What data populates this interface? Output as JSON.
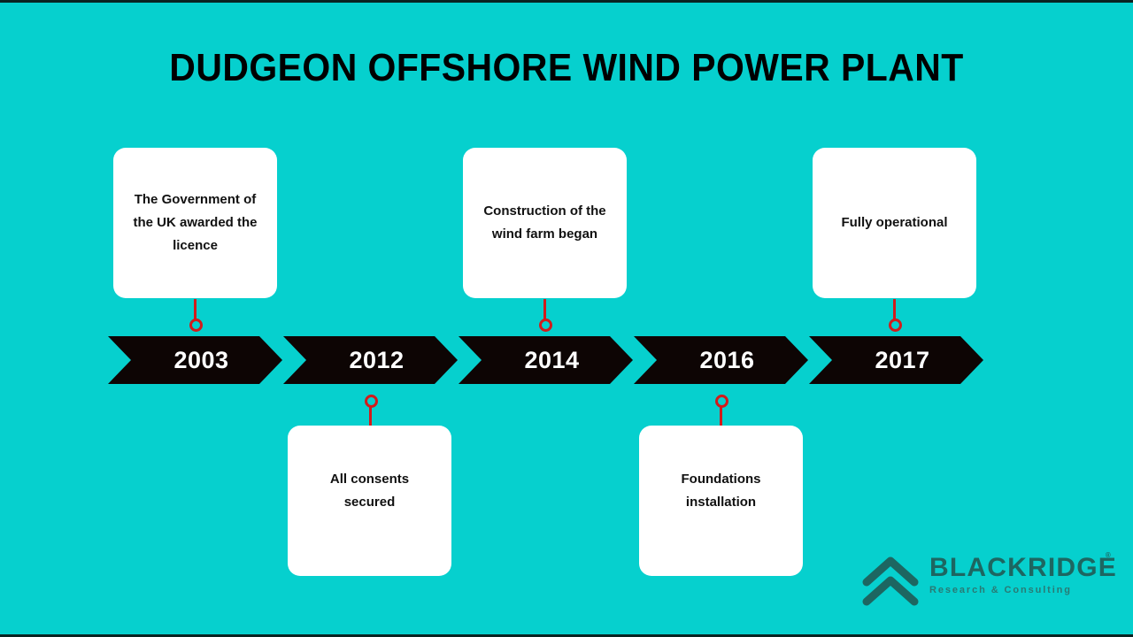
{
  "colors": {
    "background": "#06d0ce",
    "chevron": "#0d0504",
    "chevron_text": "#ffffff",
    "card": "#ffffff",
    "card_text": "#111111",
    "connector": "#d21b1b",
    "title": "#000000",
    "logo": "#1d6661",
    "logo_tagline": "#2a7a74"
  },
  "header": {
    "title": "DUDGEON OFFSHORE WIND POWER PLANT"
  },
  "timeline": {
    "milestones": [
      {
        "year": "2003",
        "label": "The Government of the UK awarded the licence",
        "position": "above"
      },
      {
        "year": "2012",
        "label": "All consents secured",
        "position": "below"
      },
      {
        "year": "2014",
        "label": "Construction of the wind farm began",
        "position": "above"
      },
      {
        "year": "2016",
        "label": "Foundations installation",
        "position": "below"
      },
      {
        "year": "2017",
        "label": "Fully operational",
        "position": "above"
      }
    ]
  },
  "logo": {
    "mark": "double-chevron-up-icon",
    "name": "BLACKRIDGE",
    "registered": "®",
    "tagline": "Research & Consulting"
  }
}
